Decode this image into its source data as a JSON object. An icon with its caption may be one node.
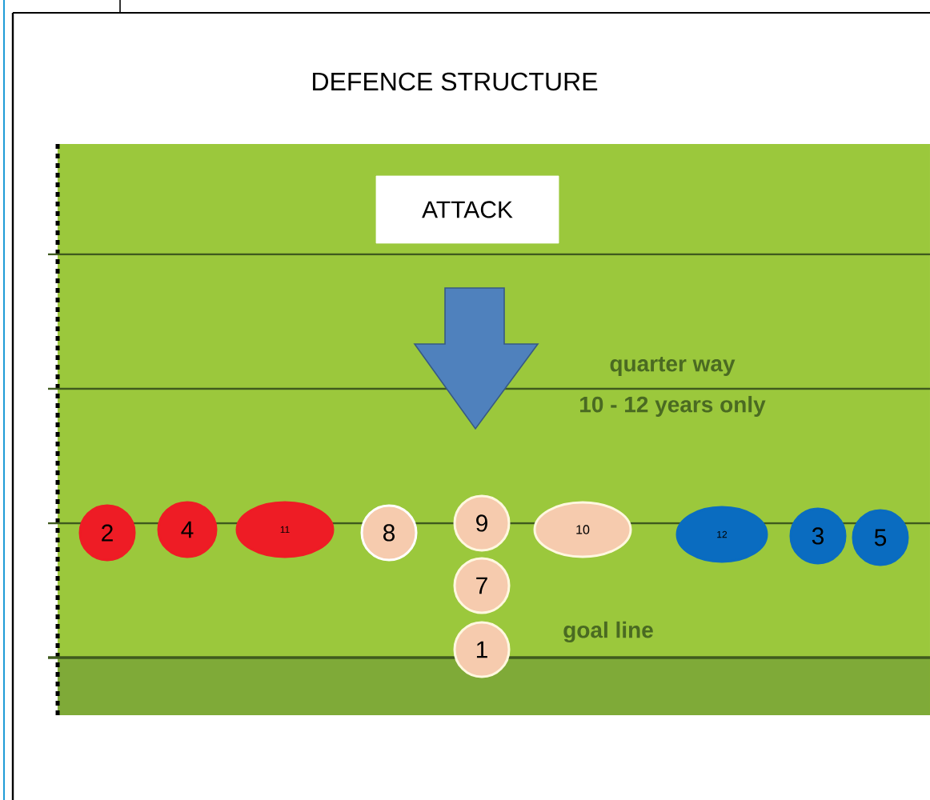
{
  "diagram": {
    "title": "DEFENCE STRUCTURE",
    "nodes": [
      {
        "text": [
          "ATTACK"
        ]
      },
      {
        "text": [
          "2"
        ]
      },
      {
        "text": [
          "4"
        ]
      },
      {
        "text": [
          "11"
        ]
      },
      {
        "text": [
          "8"
        ]
      },
      {
        "text": [
          "9"
        ]
      },
      {
        "text": [
          "10"
        ]
      },
      {
        "text": [
          "12"
        ]
      },
      {
        "text": [
          "3"
        ]
      },
      {
        "text": [
          "5"
        ]
      },
      {
        "text": [
          "7"
        ]
      },
      {
        "text": [
          "1"
        ]
      }
    ],
    "labels": [
      "quarter way",
      "10 - 12 years only",
      "goal line"
    ]
  }
}
